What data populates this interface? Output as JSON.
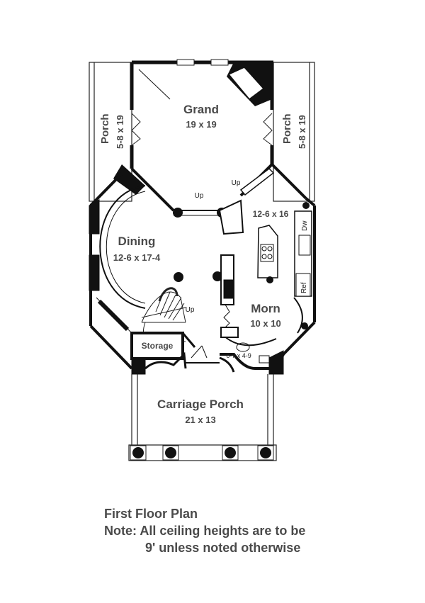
{
  "rooms": {
    "grand": {
      "name": "Grand",
      "size": "19 x 19"
    },
    "porch_left": {
      "name": "Porch",
      "size": "5-8 x 19"
    },
    "porch_right": {
      "name": "Porch",
      "size": "5-8 x 19"
    },
    "dining": {
      "name": "Dining",
      "size": "12-6 x 17-4"
    },
    "kitchen": {
      "size": "12-6 x 16"
    },
    "morn": {
      "name": "Morn",
      "size": "10 x 10"
    },
    "storage": {
      "name": "Storage"
    },
    "bath": {
      "size": "6-7 x 4-9"
    },
    "carriage_porch": {
      "name": "Carriage Porch",
      "size": "21 x 13"
    }
  },
  "fixtures": {
    "dw": "Dw",
    "ref": "Ref",
    "up_grand": "Up",
    "up_hall": "Up",
    "up_stair": "Up"
  },
  "caption": {
    "title": "First Floor Plan",
    "note_line1": "Note: All ceiling heights are to be",
    "note_line2": "9' unless noted otherwise"
  }
}
